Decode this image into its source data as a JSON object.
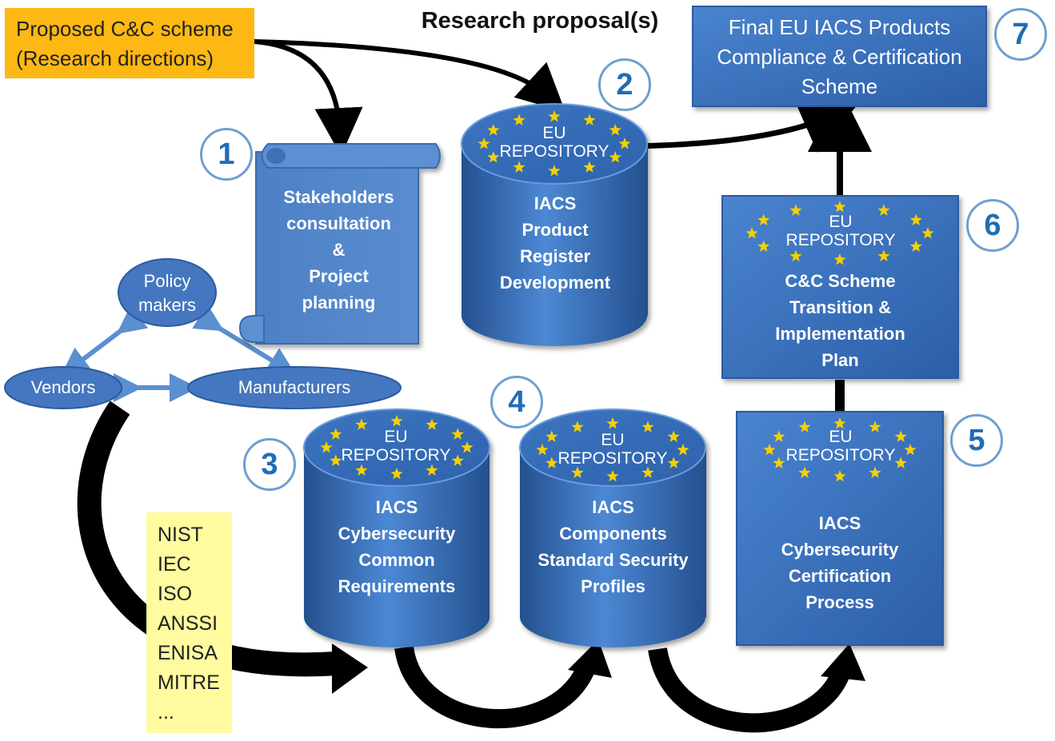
{
  "proposed_scheme": {
    "line1": "Proposed C&C scheme",
    "line2": "(Research directions)"
  },
  "research_proposals": "Research proposal(s)",
  "final_product": {
    "line1": "Final EU IACS Products",
    "line2": "Compliance & Certification",
    "line3": "Scheme"
  },
  "repository_label": {
    "line1": "EU",
    "line2": "REPOSITORY"
  },
  "step1": {
    "number": "1",
    "lines": [
      "Stakeholders",
      "consultation",
      "&",
      "Project",
      "planning"
    ]
  },
  "step2": {
    "number": "2",
    "lines": [
      "IACS",
      "Product",
      "Register",
      "Development"
    ]
  },
  "step3": {
    "number": "3",
    "lines": [
      "IACS",
      "Cybersecurity",
      "Common",
      "Requirements"
    ]
  },
  "step4": {
    "number": "4",
    "lines": [
      "IACS",
      "Components",
      "Standard Security",
      "Profiles"
    ]
  },
  "step5": {
    "number": "5",
    "lines": [
      "IACS",
      "Cybersecurity",
      "Certification",
      "Process"
    ]
  },
  "step6": {
    "number": "6",
    "lines": [
      "C&C Scheme",
      "Transition  &",
      "Implementation",
      "Plan"
    ]
  },
  "step7": {
    "number": "7"
  },
  "stakeholders": {
    "policy": [
      "Policy",
      "makers"
    ],
    "vendors": "Vendors",
    "manufacturers": "Manufacturers"
  },
  "standards": [
    "NIST",
    "IEC",
    "ISO",
    "ANSSI",
    "ENISA",
    "MITRE",
    "..."
  ],
  "colors": {
    "blue_dark": "#2b5aa0",
    "blue_mid": "#3f7cc6",
    "blue_light": "#8db4e8",
    "star": "#f4d000",
    "orange": "#fdb813",
    "yellow_note": "#fffb9e",
    "badge_text": "#1f6db8"
  }
}
